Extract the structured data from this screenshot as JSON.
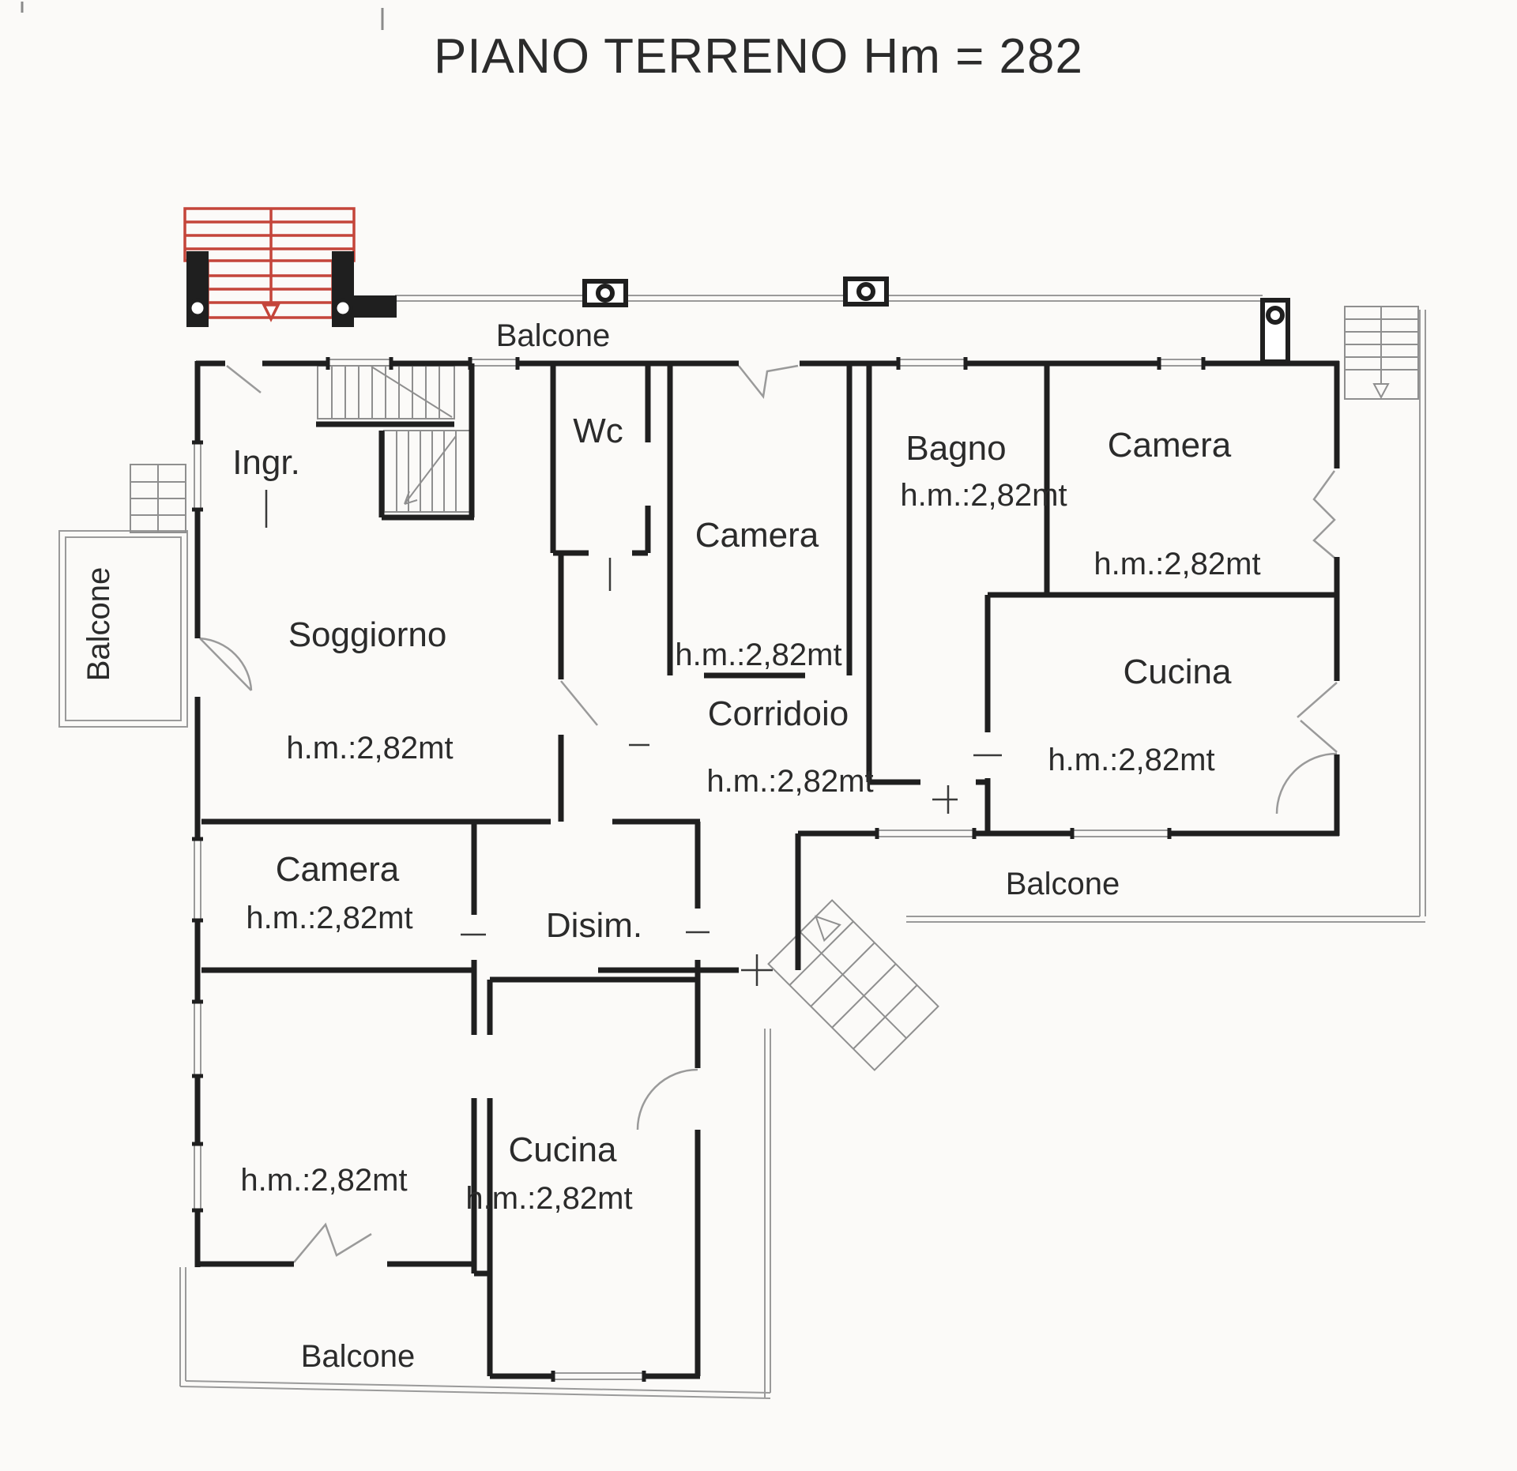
{
  "title": "PIANO TERRENO Hm = 282",
  "plan": {
    "rooms": {
      "ingresso": {
        "label": "Ingr."
      },
      "wc": {
        "label": "Wc"
      },
      "camera_top": {
        "label": "Camera",
        "height": "h.m.:2,82mt"
      },
      "bagno": {
        "label": "Bagno",
        "height": "h.m.:2,82mt"
      },
      "camera_right": {
        "label": "Camera",
        "height": "h.m.:2,82mt"
      },
      "soggiorno": {
        "label": "Soggiorno",
        "height": "h.m.:2,82mt"
      },
      "corridoio": {
        "label": "Corridoio",
        "height": "h.m.:2,82mt"
      },
      "cucina_right": {
        "label": "Cucina",
        "height": "h.m.:2,82mt"
      },
      "camera_lower": {
        "label": "Camera",
        "height": "h.m.:2,82mt"
      },
      "disimpegno": {
        "label": "Disim."
      },
      "cucina_bottom": {
        "label": "Cucina",
        "height": "h.m.:2,82mt"
      },
      "room_bottom_left": {
        "height": "h.m.:2,82mt"
      }
    },
    "balconies": {
      "top": {
        "label": "Balcone"
      },
      "left": {
        "label": "Balcone"
      },
      "right": {
        "label": "Balcone"
      },
      "bottom": {
        "label": "Balcone"
      }
    },
    "colors": {
      "wall": "#1f1f1f",
      "thin_line": "#9a9a9a",
      "stair_accent": "#c4453a",
      "text": "#2b2b2b",
      "paper": "#fbfaf8"
    }
  }
}
